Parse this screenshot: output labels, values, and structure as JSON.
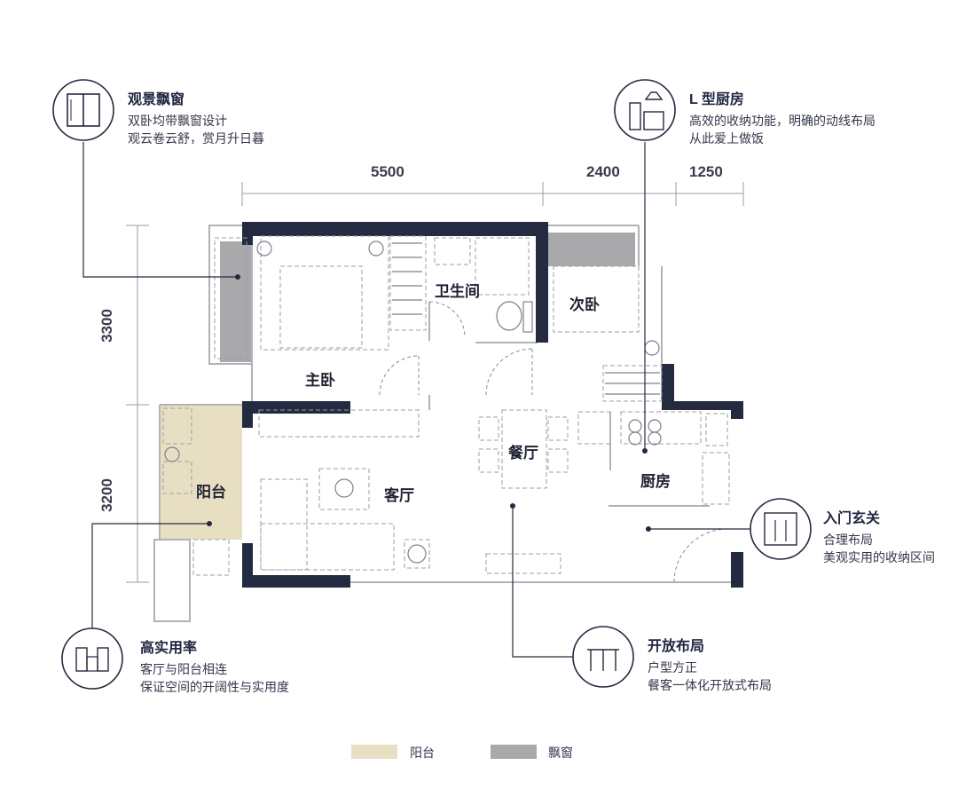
{
  "callouts": {
    "bay_window": {
      "title": "观景飘窗",
      "line1": "双卧均带飘窗设计",
      "line2": "观云卷云舒，赏月升日暮"
    },
    "kitchen": {
      "title": "L 型厨房",
      "line1": "高效的收纳功能，明确的动线布局",
      "line2": "从此爱上做饭"
    },
    "entrance": {
      "title": "入门玄关",
      "line1": "合理布局",
      "line2": "美观实用的收纳区间"
    },
    "efficiency": {
      "title": "高实用率",
      "line1": "客厅与阳台相连",
      "line2": "保证空间的开阔性与实用度"
    },
    "open_layout": {
      "title": "开放布局",
      "line1": "户型方正",
      "line2": "餐客一体化开放式布局"
    }
  },
  "dimensions": {
    "top_1": "5500",
    "top_2": "2400",
    "top_3": "1250",
    "left_1": "3300",
    "left_2": "3200"
  },
  "rooms": {
    "master_bedroom": "主卧",
    "bathroom": "卫生间",
    "second_bedroom": "次卧",
    "balcony": "阳台",
    "living_room": "客厅",
    "dining_room": "餐厅",
    "kitchen": "厨房"
  },
  "legend": {
    "balcony": "阳台",
    "bay_window": "飘窗"
  },
  "colors": {
    "wall": "#242a3f",
    "balcony": "#e8dfc3",
    "bay_window": "#a9a9ab",
    "accent": "#1f2540"
  }
}
